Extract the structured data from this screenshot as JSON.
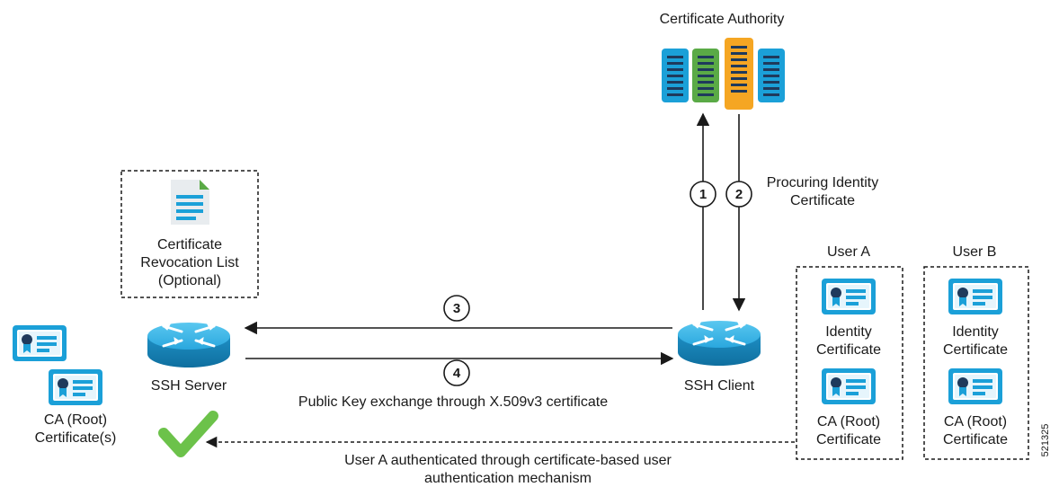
{
  "ca": {
    "title": "Certificate Authority"
  },
  "crl": {
    "line1": "Certificate",
    "line2": "Revocation List",
    "line3": "(Optional)"
  },
  "server": {
    "label": "SSH Server"
  },
  "client": {
    "label": "SSH Client"
  },
  "server_certs": {
    "line1": "CA (Root)",
    "line2": "Certificate(s)"
  },
  "steps": {
    "s1": "1",
    "s2": "2",
    "s3": "3",
    "s4": "4"
  },
  "procure": {
    "line1": "Procuring Identity",
    "line2": "Certificate"
  },
  "exchange": {
    "label": "Public Key exchange through X.509v3 certificate"
  },
  "auth": {
    "line1": "User A authenticated through certificate-based user",
    "line2": "authentication mechanism"
  },
  "user_a": {
    "title": "User A",
    "identity_line1": "Identity",
    "identity_line2": "Certificate",
    "ca_line1": "CA (Root)",
    "ca_line2": "Certificate"
  },
  "user_b": {
    "title": "User B",
    "identity_line1": "Identity",
    "identity_line2": "Certificate",
    "ca_line1": "CA (Root)",
    "ca_line2": "Certificate"
  },
  "figure_id": "521325",
  "colors": {
    "blue": "#1ba0d8",
    "green": "#5aaa46",
    "orange": "#f5a623",
    "navy": "#1f3a5c",
    "check": "#6cc24a",
    "router": "#2aa7de"
  }
}
